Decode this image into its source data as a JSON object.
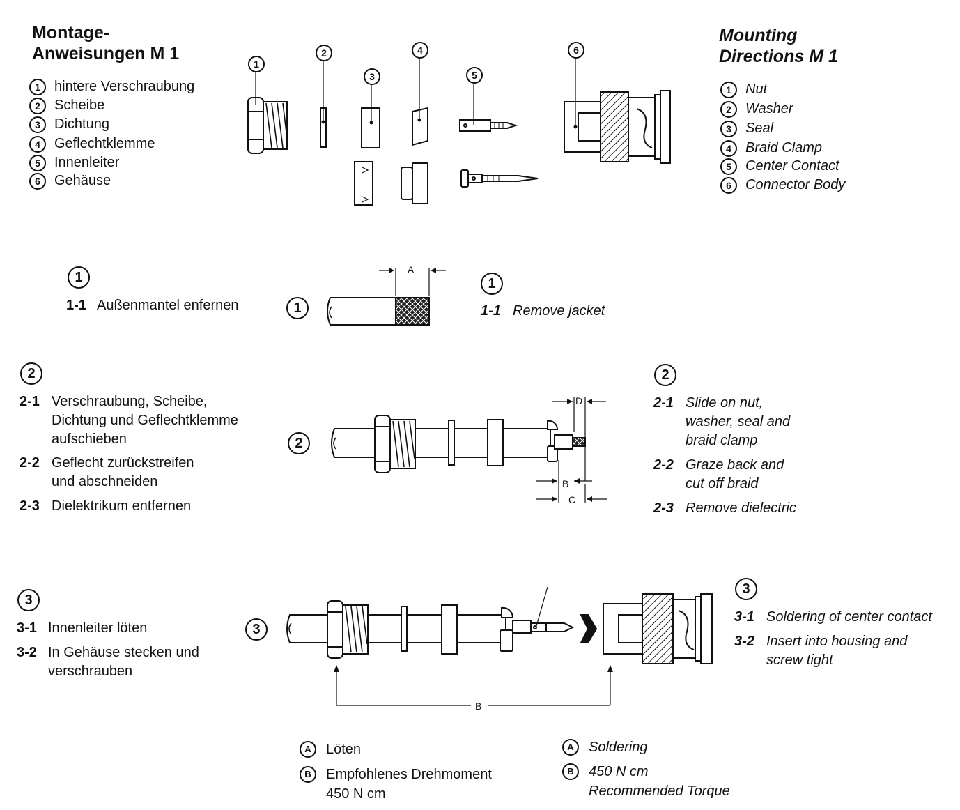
{
  "header": {
    "de_title_1": "Montage-",
    "de_title_2": "Anweisungen M 1",
    "en_title_1": "Mounting",
    "en_title_2": "Directions M 1"
  },
  "parts_de": [
    {
      "n": "1",
      "label": "hintere Verschraubung"
    },
    {
      "n": "2",
      "label": "Scheibe"
    },
    {
      "n": "3",
      "label": "Dichtung"
    },
    {
      "n": "4",
      "label": "Geflechtklemme"
    },
    {
      "n": "5",
      "label": "Innenleiter"
    },
    {
      "n": "6",
      "label": "Gehäuse"
    }
  ],
  "parts_en": [
    {
      "n": "1",
      "label": "Nut"
    },
    {
      "n": "2",
      "label": "Washer"
    },
    {
      "n": "3",
      "label": "Seal"
    },
    {
      "n": "4",
      "label": "Braid Clamp"
    },
    {
      "n": "5",
      "label": "Center Contact"
    },
    {
      "n": "6",
      "label": "Connector Body"
    }
  ],
  "part_callouts": [
    "1",
    "2",
    "3",
    "4",
    "5",
    "6"
  ],
  "sections": {
    "s1": {
      "num": "1",
      "de": [
        {
          "num": "1-1",
          "text": "Außenmantel enfernen"
        }
      ],
      "en": [
        {
          "num": "1-1",
          "text": "Remove jacket"
        }
      ]
    },
    "s2": {
      "num": "2",
      "de": [
        {
          "num": "2-1",
          "text": "Verschraubung, Scheibe,\nDichtung und Geflechtklemme\naufschieben"
        },
        {
          "num": "2-2",
          "text": "Geflecht zurückstreifen\nund abschneiden"
        },
        {
          "num": "2-3",
          "text": "Dielektrikum entfernen"
        }
      ],
      "en": [
        {
          "num": "2-1",
          "text": "Slide on nut,\nwasher, seal and\nbraid clamp"
        },
        {
          "num": "2-2",
          "text": "Graze back and\ncut off braid"
        },
        {
          "num": "2-3",
          "text": "Remove dielectric"
        }
      ]
    },
    "s3": {
      "num": "3",
      "de": [
        {
          "num": "3-1",
          "text": "Innenleiter löten"
        },
        {
          "num": "3-2",
          "text": "In Gehäuse stecken und\nverschrauben"
        }
      ],
      "en": [
        {
          "num": "3-1",
          "text": "Soldering of center contact"
        },
        {
          "num": "3-2",
          "text": "Insert into housing and\nscrew tight"
        }
      ]
    }
  },
  "dims": {
    "A": "A",
    "B": "B",
    "C": "C",
    "D": "D"
  },
  "notes_de": [
    {
      "letter": "A",
      "text": "Löten"
    },
    {
      "letter": "B",
      "text": "Empfohlenes Drehmoment\n450 N cm"
    }
  ],
  "notes_en": [
    {
      "letter": "A",
      "text": "Soldering"
    },
    {
      "letter": "B",
      "text": "450 N cm\nRecommended Torque"
    }
  ]
}
